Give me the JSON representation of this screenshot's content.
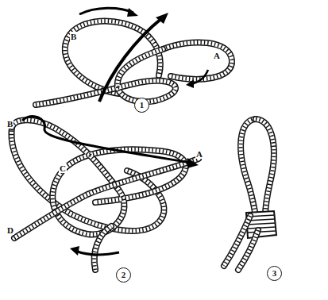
{
  "diagram": {
    "nodes": [
      {
        "text": [
          "1"
        ]
      },
      {
        "text": [
          "2"
        ]
      },
      {
        "text": [
          "3"
        ]
      }
    ],
    "labels": [
      "B",
      "A",
      "B",
      "A",
      "C",
      "D"
    ]
  }
}
